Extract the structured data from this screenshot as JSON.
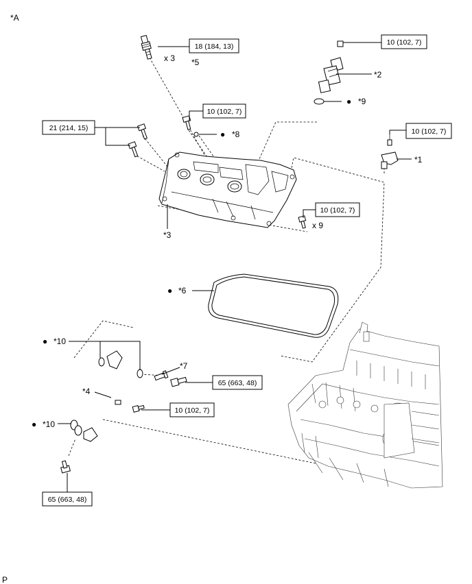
{
  "view_label": "*A",
  "corner_mark": "P",
  "callouts": {
    "c1": "*1",
    "c2": "*2",
    "c3": "*3",
    "c4": "*4",
    "c5": "*5",
    "c6": "*6",
    "c7": "*7",
    "c8": "*8",
    "c9": "*9",
    "c10a": "*10",
    "c10b": "*10"
  },
  "quantities": {
    "spark_plug": "x 3",
    "bolts": "x 9"
  },
  "bullet": "●",
  "torque": {
    "spark_plug": "18 (184, 13)",
    "sensor_top_bolt": "10 (102, 7)",
    "cover_bolt": "10 (102, 7)",
    "cover_stud": "21 (214, 15)",
    "cam_sensor_bolt": "10 (102, 7)",
    "cover_side_bolt": "10 (102, 7)",
    "union_bolt_upper": "65 (663, 48)",
    "pipe_bracket_bolt": "10 (102, 7)",
    "union_bolt_lower": "65 (663, 48)"
  }
}
